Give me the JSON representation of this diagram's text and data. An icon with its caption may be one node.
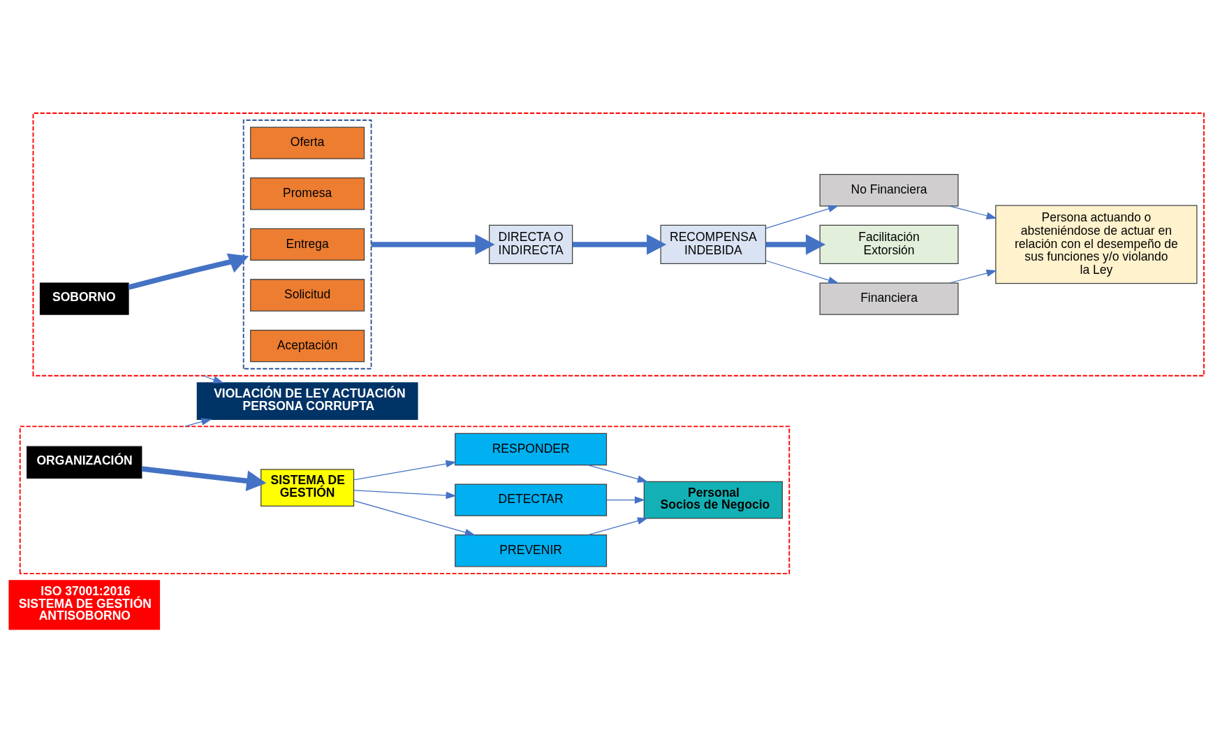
{
  "diagram": {
    "nodes": [
      {
        "text": [
          "ISO 37001:2016 SISTEMA DE GESTIÓN ANTISOBORNO"
        ]
      },
      {
        "text": [],
        "shape": "box"
      },
      {
        "text": [
          "SOBORNO"
        ],
        "in": 1
      },
      {
        "text": [],
        "shape": "box",
        "in": 1
      },
      {
        "text": [
          "Oferta"
        ],
        "in": 3
      },
      {
        "text": [
          "Promesa"
        ],
        "in": 3
      },
      {
        "text": [
          "Entrega"
        ],
        "in": 3
      },
      {
        "text": [
          "Solicitud"
        ],
        "in": 3
      },
      {
        "text": [
          "Aceptación"
        ],
        "in": 3
      },
      {
        "text": [
          "DIRECTA O INDIRECTA"
        ],
        "in": 1
      },
      {
        "text": [
          "RECOMPENSA INDEBIDA"
        ],
        "in": 1
      },
      {
        "text": [
          "Financiera"
        ],
        "in": 1
      },
      {
        "text": [
          "Facilitación Extorsión"
        ],
        "in": 1
      },
      {
        "text": [
          "No Financiera"
        ],
        "in": 1
      },
      {
        "text": [
          "Persona actuando o absteniéndose de actuar en relación con el desempeño de sus funciones y/o violando la Ley"
        ],
        "in": 1
      },
      {
        "text": [
          "VIOLACIÓN DE LEY ACTUACIÓN PERSONA CORRUPTA"
        ]
      },
      {
        "text": [],
        "shape": "box"
      },
      {
        "text": [
          "ORGANIZACIÓN"
        ],
        "in": 16
      },
      {
        "text": [
          "SISTEMA DE GESTIÓN"
        ],
        "in": 16
      },
      {
        "text": [
          "PREVENIR"
        ],
        "in": 16
      },
      {
        "text": [
          "DETECTAR"
        ],
        "in": 16
      },
      {
        "text": [
          "RESPONDER"
        ],
        "in": 16
      },
      {
        "text": [
          "Personal",
          "Socios de Negocio"
        ],
        "in": 16
      }
    ],
    "edges": [
      {
        "from": 2,
        "to": 3,
        "arrow": "to",
        "style": "thick"
      },
      {
        "from": 3,
        "to": 9,
        "arrow": "to",
        "style": "thick"
      },
      {
        "from": 9,
        "to": 10,
        "arrow": "to",
        "style": "thick"
      },
      {
        "from": 10,
        "to": 11,
        "arrow": "to"
      },
      {
        "from": 10,
        "to": 12,
        "arrow": "to",
        "style": "thick"
      },
      {
        "from": 10,
        "to": 13,
        "arrow": "to"
      },
      {
        "from": 11,
        "to": 14,
        "arrow": "to"
      },
      {
        "from": 13,
        "to": 14,
        "arrow": "to"
      },
      {
        "from": 1,
        "to": 15,
        "arrow": "to"
      },
      {
        "from": 16,
        "to": 15,
        "arrow": "to"
      },
      {
        "from": 17,
        "to": 18,
        "arrow": "to",
        "style": "thick"
      },
      {
        "from": 18,
        "to": 19,
        "arrow": "to"
      },
      {
        "from": 18,
        "to": 20,
        "arrow": "to"
      },
      {
        "from": 18,
        "to": 21,
        "arrow": "to"
      },
      {
        "from": 19,
        "to": 22,
        "arrow": "to"
      },
      {
        "from": 20,
        "to": 22,
        "arrow": "to"
      },
      {
        "from": 21,
        "to": 22,
        "arrow": "to"
      }
    ]
  }
}
